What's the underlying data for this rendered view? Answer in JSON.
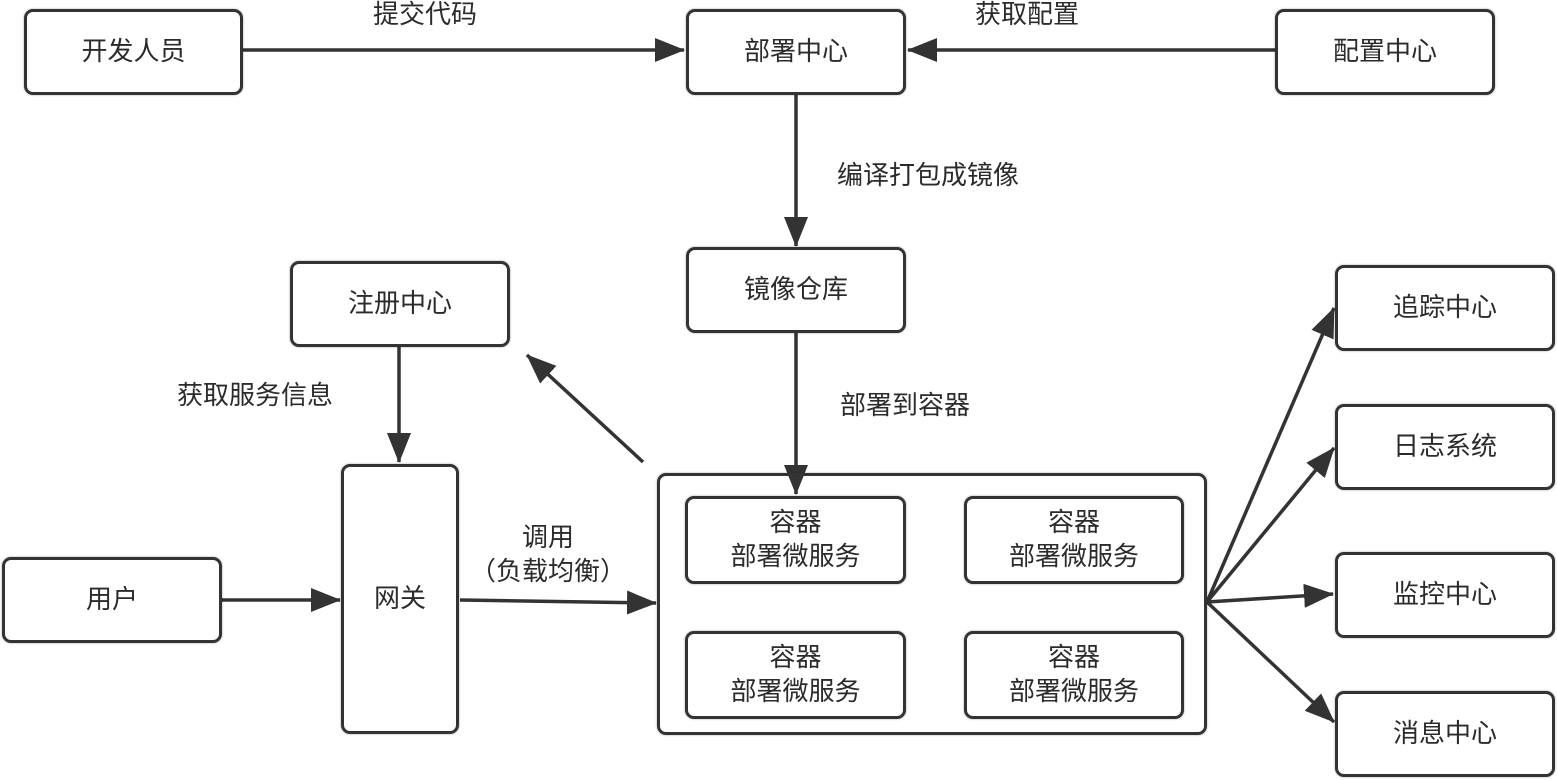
{
  "nodes": {
    "developer": "开发人员",
    "deploy_center": "部署中心",
    "config_center": "配置中心",
    "image_repo": "镜像仓库",
    "registry": "注册中心",
    "user": "用户",
    "gateway": "网关",
    "tracing": "追踪中心",
    "logging": "日志系统",
    "monitoring": "监控中心",
    "messaging": "消息中心"
  },
  "containers": [
    {
      "line1": "容器",
      "line2": "部署微服务"
    },
    {
      "line1": "容器",
      "line2": "部署微服务"
    },
    {
      "line1": "容器",
      "line2": "部署微服务"
    },
    {
      "line1": "容器",
      "line2": "部署微服务"
    }
  ],
  "edges": {
    "commit_code": "提交代码",
    "get_config": "获取配置",
    "build_image": "编译打包成镜像",
    "deploy_to_container": "部署到容器",
    "get_service_info": "获取服务信息",
    "invoke_line1": "调用",
    "invoke_line2": "（负载均衡）"
  },
  "colors": {
    "stroke": "#333333",
    "text": "#2b2b2b",
    "background": "#ffffff"
  }
}
